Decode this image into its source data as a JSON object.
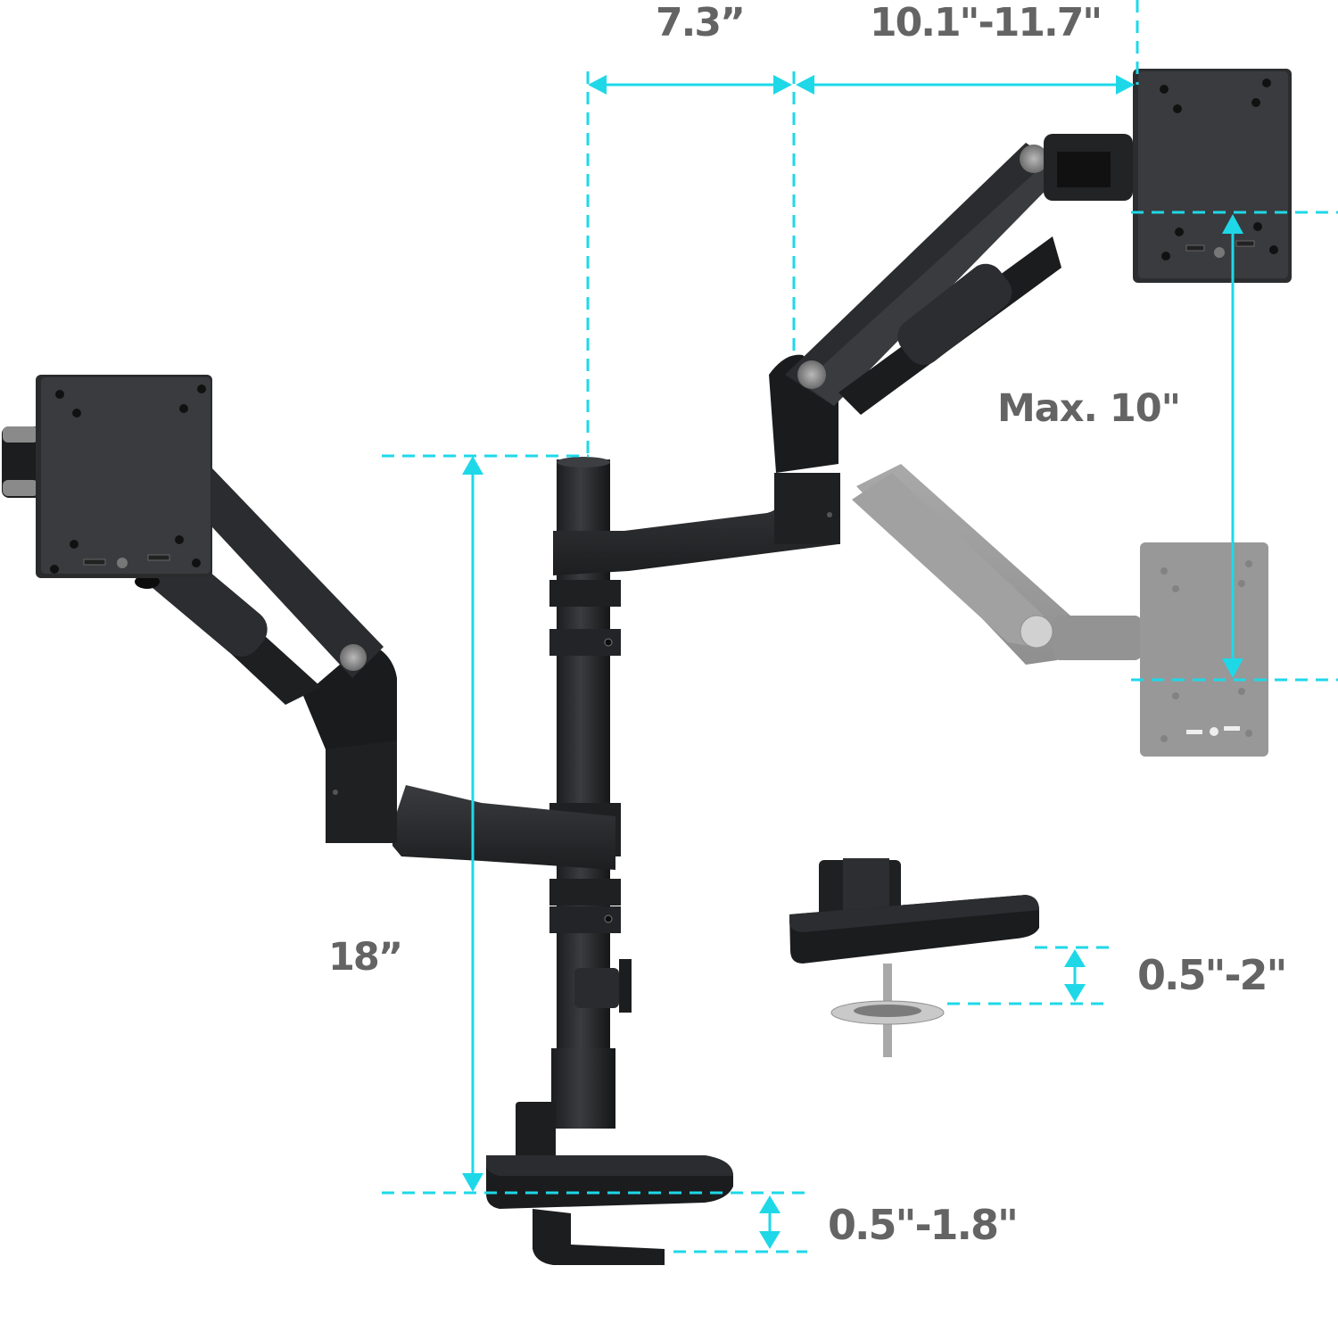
{
  "title": "Dual monitor arm dimension diagram",
  "dimensions": {
    "center_spacing": "7.3”",
    "arm_reach": "10.1\"-11.7\"",
    "height_adjust": "Max. 10\"",
    "pole_height": "18”",
    "clamp_thickness_range": "0.5\"-1.8\"",
    "grommet_thickness_range": "0.5\"-2\""
  },
  "colors": {
    "dimension_line": "#1ed8e8",
    "label_text": "#646464",
    "mount_dark": "#2a2b2d",
    "mount_ghost": "#9a9a9a",
    "background": "#ffffff"
  },
  "components": {
    "left_vesa_plate": "vesa-plate",
    "right_vesa_plate": "vesa-plate",
    "ghost_vesa_plate": "vesa-plate-lowered",
    "center_pole": "pole",
    "desk_clamp": "c-clamp",
    "grommet_base": "grommet-mount"
  }
}
